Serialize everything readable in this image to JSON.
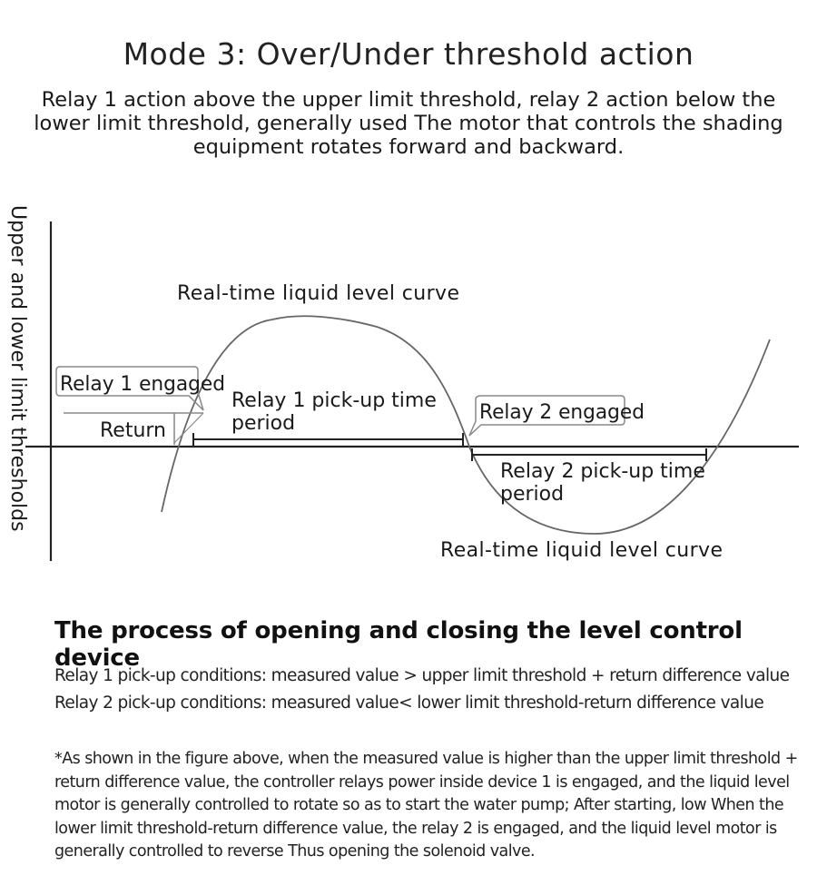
{
  "title": "Mode 3: Over/Under threshold action",
  "subtitle": "Relay 1 action above the upper limit threshold, relay 2 action below the lower limit threshold, generally used The motor that controls the shading equipment rotates forward and backward.",
  "diagram": {
    "y_axis_label": "Upper and lower limit thresholds",
    "curve_label_top": "Real-time liquid level curve",
    "curve_label_bottom": "Real-time liquid level curve",
    "relay1_engaged": "Relay 1 engaged",
    "relay2_engaged": "Relay 2 engaged",
    "return_label": "Return",
    "relay1_period_line1": "Relay 1 pick-up time",
    "relay1_period_line2": "period",
    "relay2_period_line1": "Relay 2 pick-up time",
    "relay2_period_line2": "period"
  },
  "section": {
    "heading": "The process of opening and closing the level control device",
    "condition1": "Relay 1 pick-up conditions: measured value > upper limit threshold + return difference value",
    "condition2": "Relay 2 pick-up conditions: measured value< lower limit threshold-return difference value",
    "note": "*As shown in the figure above, when the measured value is higher than the upper limit threshold + return difference value, the controller relays power inside device 1 is engaged, and the liquid level motor is generally controlled to rotate so as to start the water pump; After starting, low When the lower limit threshold-return difference value, the relay 2 is engaged, and the liquid level motor is generally controlled to reverse Thus opening the solenoid valve."
  }
}
